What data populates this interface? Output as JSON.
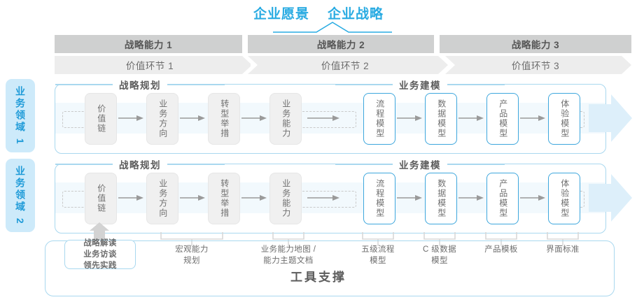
{
  "header": {
    "title_left": "企业愿景",
    "title_right": "企业战略"
  },
  "capability_band": [
    {
      "label": "战略能力 1"
    },
    {
      "label": "战略能力 2"
    },
    {
      "label": "战略能力 3"
    }
  ],
  "value_chain_band": [
    {
      "label": "价值环节 1"
    },
    {
      "label": "价值环节 2"
    },
    {
      "label": "价值环节 3"
    }
  ],
  "domains": [
    {
      "label": "业务领域 1"
    },
    {
      "label": "业务领域 2"
    }
  ],
  "section_headers": {
    "planning": "战略规划",
    "modeling": "业务建模"
  },
  "nodes": {
    "planning": [
      {
        "label": "价值链"
      },
      {
        "label": "业务方向"
      },
      {
        "label": "转型举措"
      },
      {
        "label": "业务能力"
      }
    ],
    "modeling": [
      {
        "label": "流程模型"
      },
      {
        "label": "数据模型"
      },
      {
        "label": "产品模型"
      },
      {
        "label": "体验模型"
      }
    ]
  },
  "tool_support": {
    "title": "工具支撑",
    "chip": "战略解读\n业务访谈\n领先实践",
    "labels": [
      {
        "label": "宏观能力\n规划"
      },
      {
        "label": "业务能力地图 /\n能力主题文档"
      },
      {
        "label": "五级流程\n模型"
      },
      {
        "label": "C 级数据\n模型"
      },
      {
        "label": "产品模板"
      },
      {
        "label": "界面标准"
      }
    ]
  },
  "colors": {
    "accent_blue": "#29abe2",
    "node_blue_border": "#3ea7dd",
    "band_grey": "#cfd0d0",
    "band_light_grey": "#ededed",
    "domain_chip": "#cdeafa",
    "flow_band": "#f2f9fd"
  }
}
